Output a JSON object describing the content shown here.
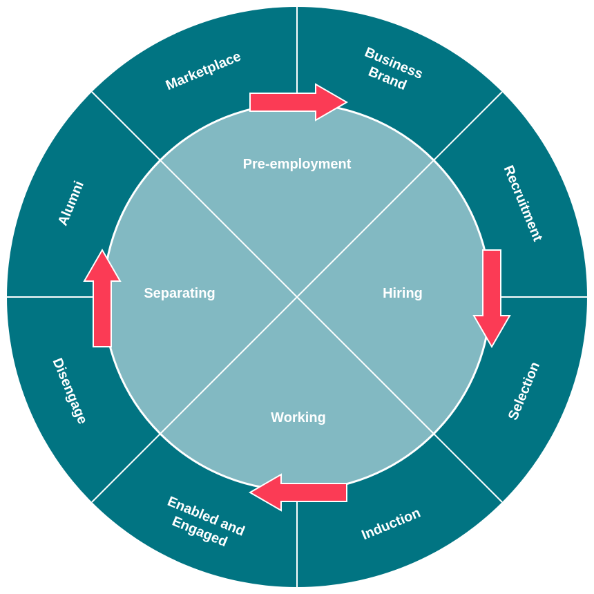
{
  "colors": {
    "outer_ring": "#017482",
    "inner_circle": "#82b9c2",
    "arrow": "#fb3b55",
    "divider": "#ffffff"
  },
  "outer_segments": [
    {
      "id": "business-brand",
      "lines": [
        "Business",
        "Brand"
      ]
    },
    {
      "id": "recruitment",
      "lines": [
        "Recruitment"
      ]
    },
    {
      "id": "selection",
      "lines": [
        "Selection"
      ]
    },
    {
      "id": "induction",
      "lines": [
        "Induction"
      ]
    },
    {
      "id": "enabled-and-engaged",
      "lines": [
        "Enabled and",
        "Engaged"
      ]
    },
    {
      "id": "disengage",
      "lines": [
        "Disengage"
      ]
    },
    {
      "id": "alumni",
      "lines": [
        "Alumni"
      ]
    },
    {
      "id": "marketplace",
      "lines": [
        "Marketplace"
      ]
    }
  ],
  "inner_phases": [
    {
      "id": "pre-employment",
      "label": "Pre-employment"
    },
    {
      "id": "hiring",
      "label": "Hiring"
    },
    {
      "id": "working",
      "label": "Working"
    },
    {
      "id": "separating",
      "label": "Separating"
    }
  ],
  "arrows": [
    {
      "id": "top",
      "direction": "right"
    },
    {
      "id": "right",
      "direction": "down"
    },
    {
      "id": "bottom",
      "direction": "left"
    },
    {
      "id": "left",
      "direction": "up"
    }
  ]
}
